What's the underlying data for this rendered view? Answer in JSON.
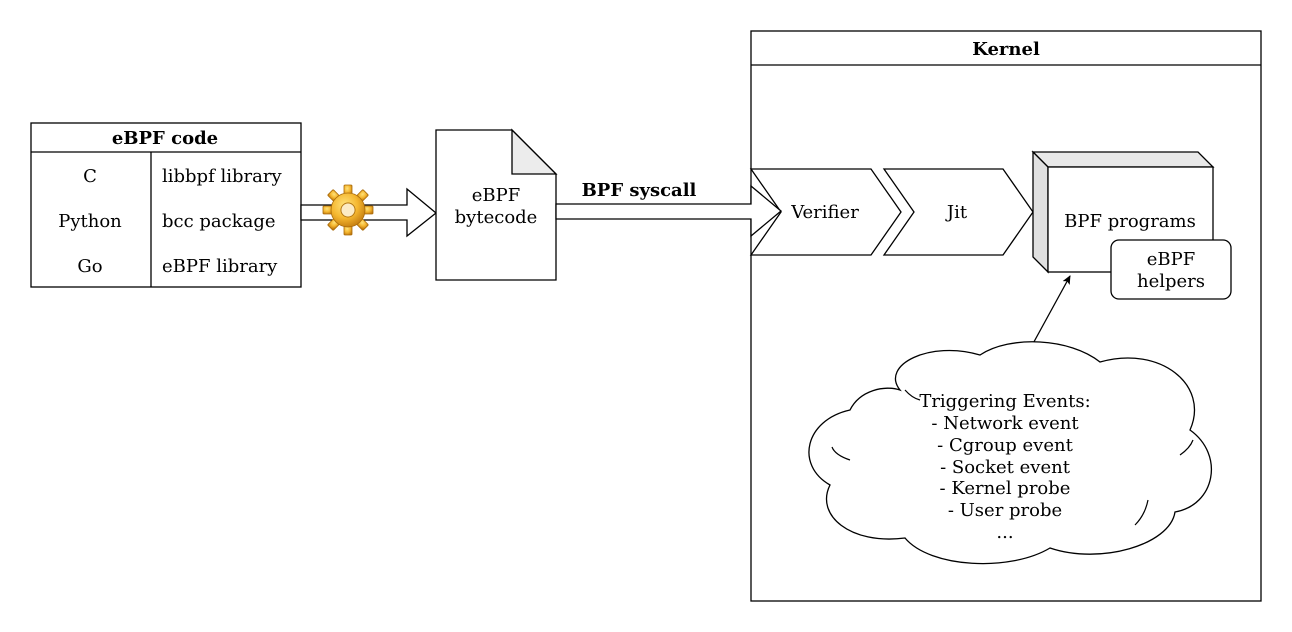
{
  "ebpf_code_table": {
    "title": "eBPF code",
    "rows": [
      {
        "language": "C",
        "library": "libbpf library"
      },
      {
        "language": "Python",
        "library": "bcc package"
      },
      {
        "language": "Go",
        "library": "eBPF library"
      }
    ]
  },
  "compile_icon": "gear-icon",
  "bytecode": {
    "line1": "eBPF",
    "line2": "bytecode"
  },
  "syscall_label": "BPF syscall",
  "kernel": {
    "title": "Kernel",
    "verifier": "Verifier",
    "jit": "Jit",
    "bpf_programs": "BPF programs",
    "helpers": {
      "line1": "eBPF",
      "line2": "helpers"
    }
  },
  "events": {
    "title": "Triggering Events:",
    "items": [
      "- Network event",
      "- Cgroup event",
      "- Socket event",
      "- Kernel probe",
      "- User probe",
      "..."
    ]
  }
}
